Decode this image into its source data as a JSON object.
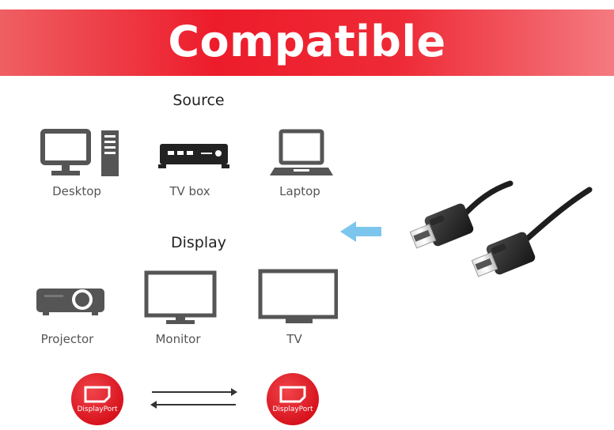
{
  "banner": {
    "title": "Compatible"
  },
  "source": {
    "title": "Source",
    "items": [
      {
        "label": "Desktop",
        "icon": "desktop-icon"
      },
      {
        "label": "TV box",
        "icon": "tv-box-icon"
      },
      {
        "label": "Laptop",
        "icon": "laptop-icon"
      }
    ]
  },
  "display": {
    "title": "Display",
    "items": [
      {
        "label": "Projector",
        "icon": "projector-icon"
      },
      {
        "label": "Monitor",
        "icon": "monitor-icon"
      },
      {
        "label": "TV",
        "icon": "tv-icon"
      }
    ]
  },
  "connectors": [
    {
      "label": "DisplayPort",
      "icon": "displayport-icon"
    },
    {
      "label": "DisplayPort",
      "icon": "displayport-icon"
    }
  ],
  "colors": {
    "banner_red": "#ed1c2b",
    "icon_gray": "#555555",
    "arrow_blue": "#7cc6ee",
    "badge_red": "#d8141e"
  }
}
